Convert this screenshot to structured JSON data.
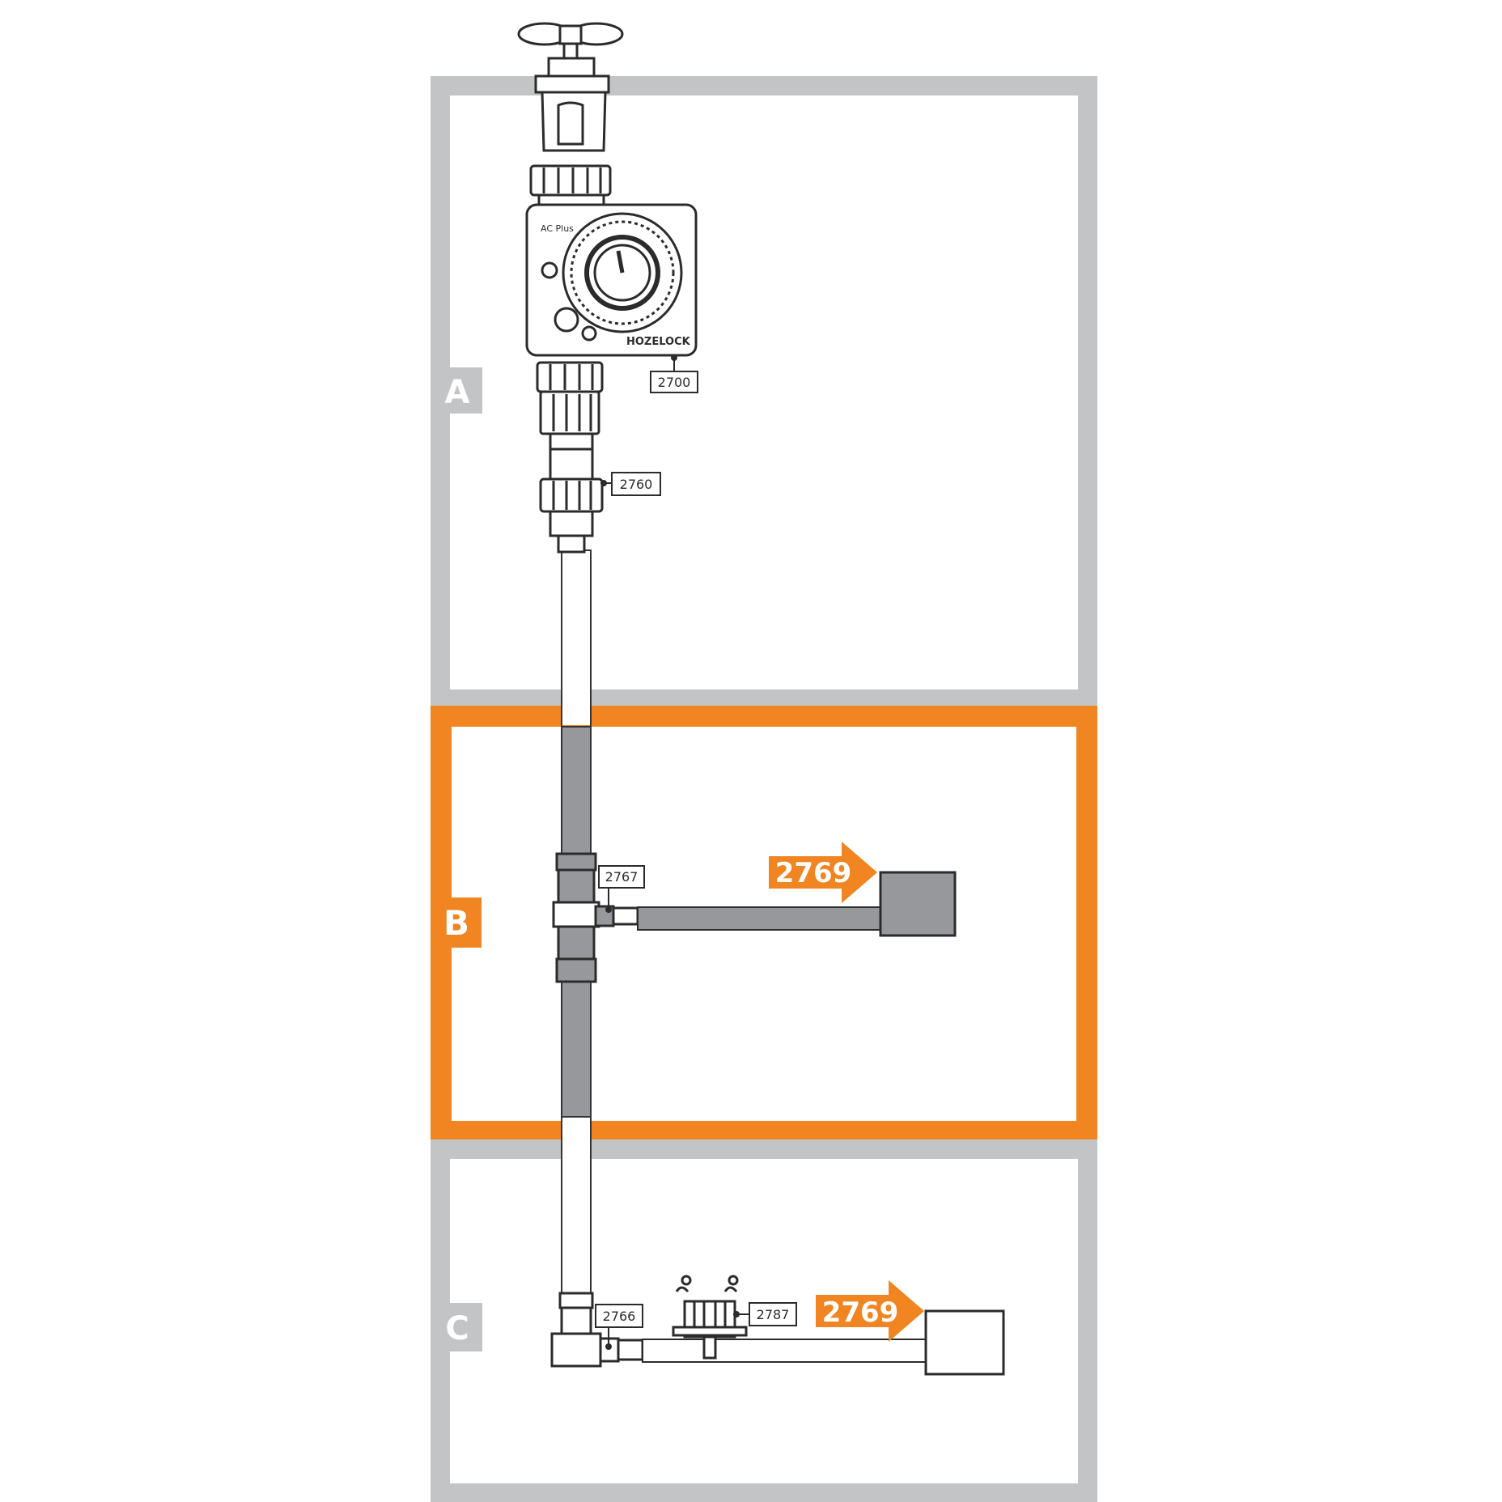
{
  "colors": {
    "section_grey": "#c3c4c5",
    "section_orange": "#f08522",
    "pipe_dark": "#97989b",
    "pipe_outline": "#333333",
    "ink": "#2b2b2b",
    "white": "#ffffff"
  },
  "sections": {
    "a": {
      "label": "A",
      "state": "inactive"
    },
    "b": {
      "label": "B",
      "state": "active"
    },
    "c": {
      "label": "C",
      "state": "inactive"
    }
  },
  "timer": {
    "model_text": "AC Plus",
    "brand_text": "HOZELOCK"
  },
  "parts": {
    "timer_code": "2700",
    "connector_code": "2760",
    "tee_code": "2767",
    "end_code": "2766",
    "sprayer_code": "2787"
  },
  "arrows": {
    "b_code": "2769",
    "c_code": "2769"
  },
  "icons": {
    "tap": "tap-icon",
    "timer": "water-timer-icon",
    "sprayer": "sprayer-icon",
    "arrow": "right-arrow-icon"
  }
}
